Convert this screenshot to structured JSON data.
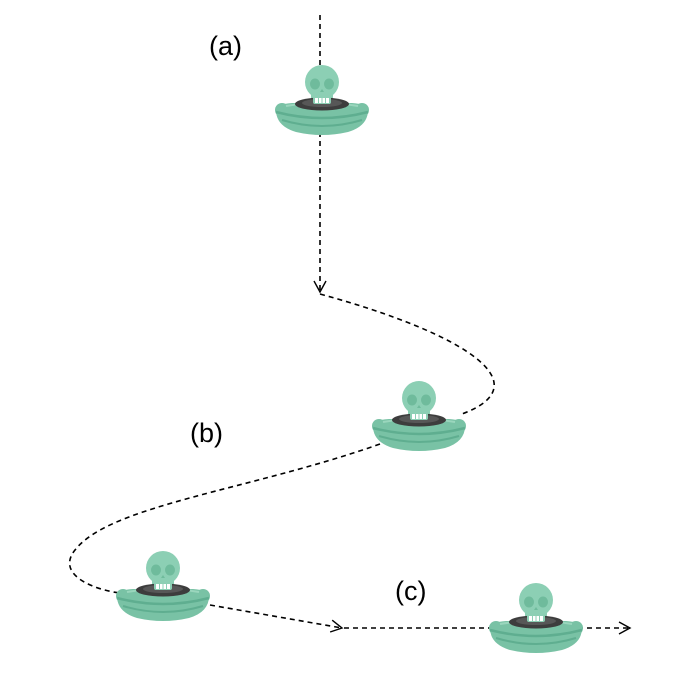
{
  "labels": {
    "a": "(a)",
    "b": "(b)",
    "c": "(c)"
  },
  "colors": {
    "saucer_body": "#79c2a5",
    "saucer_rim": "#5fae90",
    "saucer_highlight": "#9ad6bd",
    "skull": "#8ccfb4",
    "skull_shade": "#6fbb9c",
    "teeth": "#ffffff",
    "cockpit": "#3d3d3d",
    "path": "#000000"
  },
  "icons": [
    "alien-saucer-icon"
  ]
}
